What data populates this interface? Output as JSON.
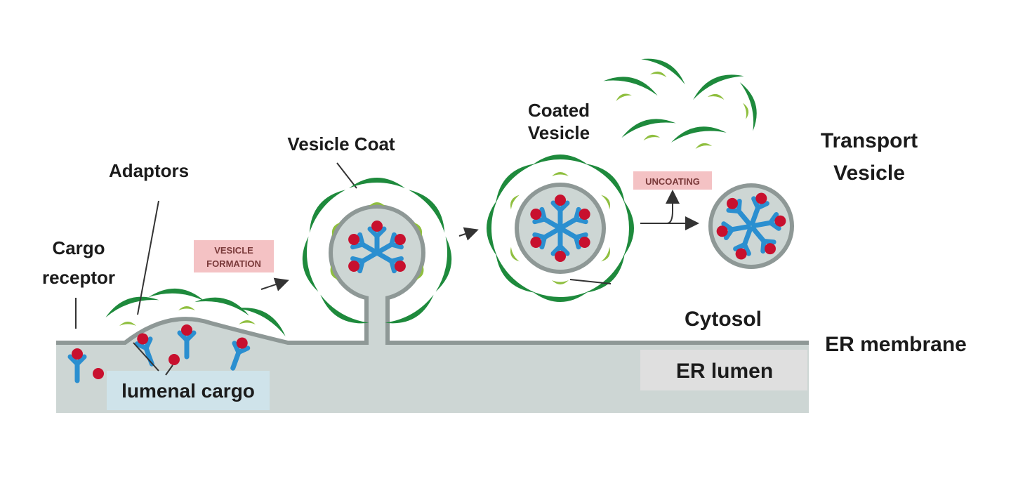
{
  "labels": {
    "cargo_receptor_line1": "Cargo",
    "cargo_receptor_line2": "receptor",
    "adaptors": "Adaptors",
    "vesicle_coat": "Vesicle Coat",
    "coated_vesicle_line1": "Coated",
    "coated_vesicle_line2": "Vesicle",
    "transport_vesicle_line1": "Transport",
    "transport_vesicle_line2": "Vesicle",
    "cytosol": "Cytosol",
    "er_membrane": "ER membrane",
    "er_lumen": "ER lumen",
    "lumenal_cargo": "lumenal cargo"
  },
  "tags": {
    "vesicle_formation_line1": "VESICLE",
    "vesicle_formation_line2": "FORMATION",
    "uncoating": "UNCOATING"
  },
  "colors": {
    "coat_green": "#1e8a3c",
    "adaptor_green": "#8fbf3f",
    "receptor_blue": "#2b8fd0",
    "cargo_red": "#c8102e",
    "membrane_gray": "#8e9896",
    "lumen_fill": "#cdd6d4",
    "tag_pink": "#f4c2c4"
  }
}
